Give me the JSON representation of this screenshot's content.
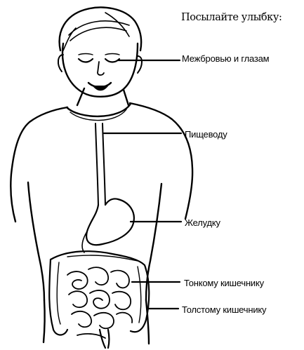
{
  "title": "Посылайте улыбку:",
  "labels": [
    {
      "text": "Межбровью и глазам"
    },
    {
      "text": "Пищеводу"
    },
    {
      "text": "Желудку"
    },
    {
      "text": "Тонкому кишечнику"
    },
    {
      "text": "Толстому кишечнику"
    }
  ],
  "colors": {
    "ink": "#000000",
    "background": "#ffffff"
  }
}
